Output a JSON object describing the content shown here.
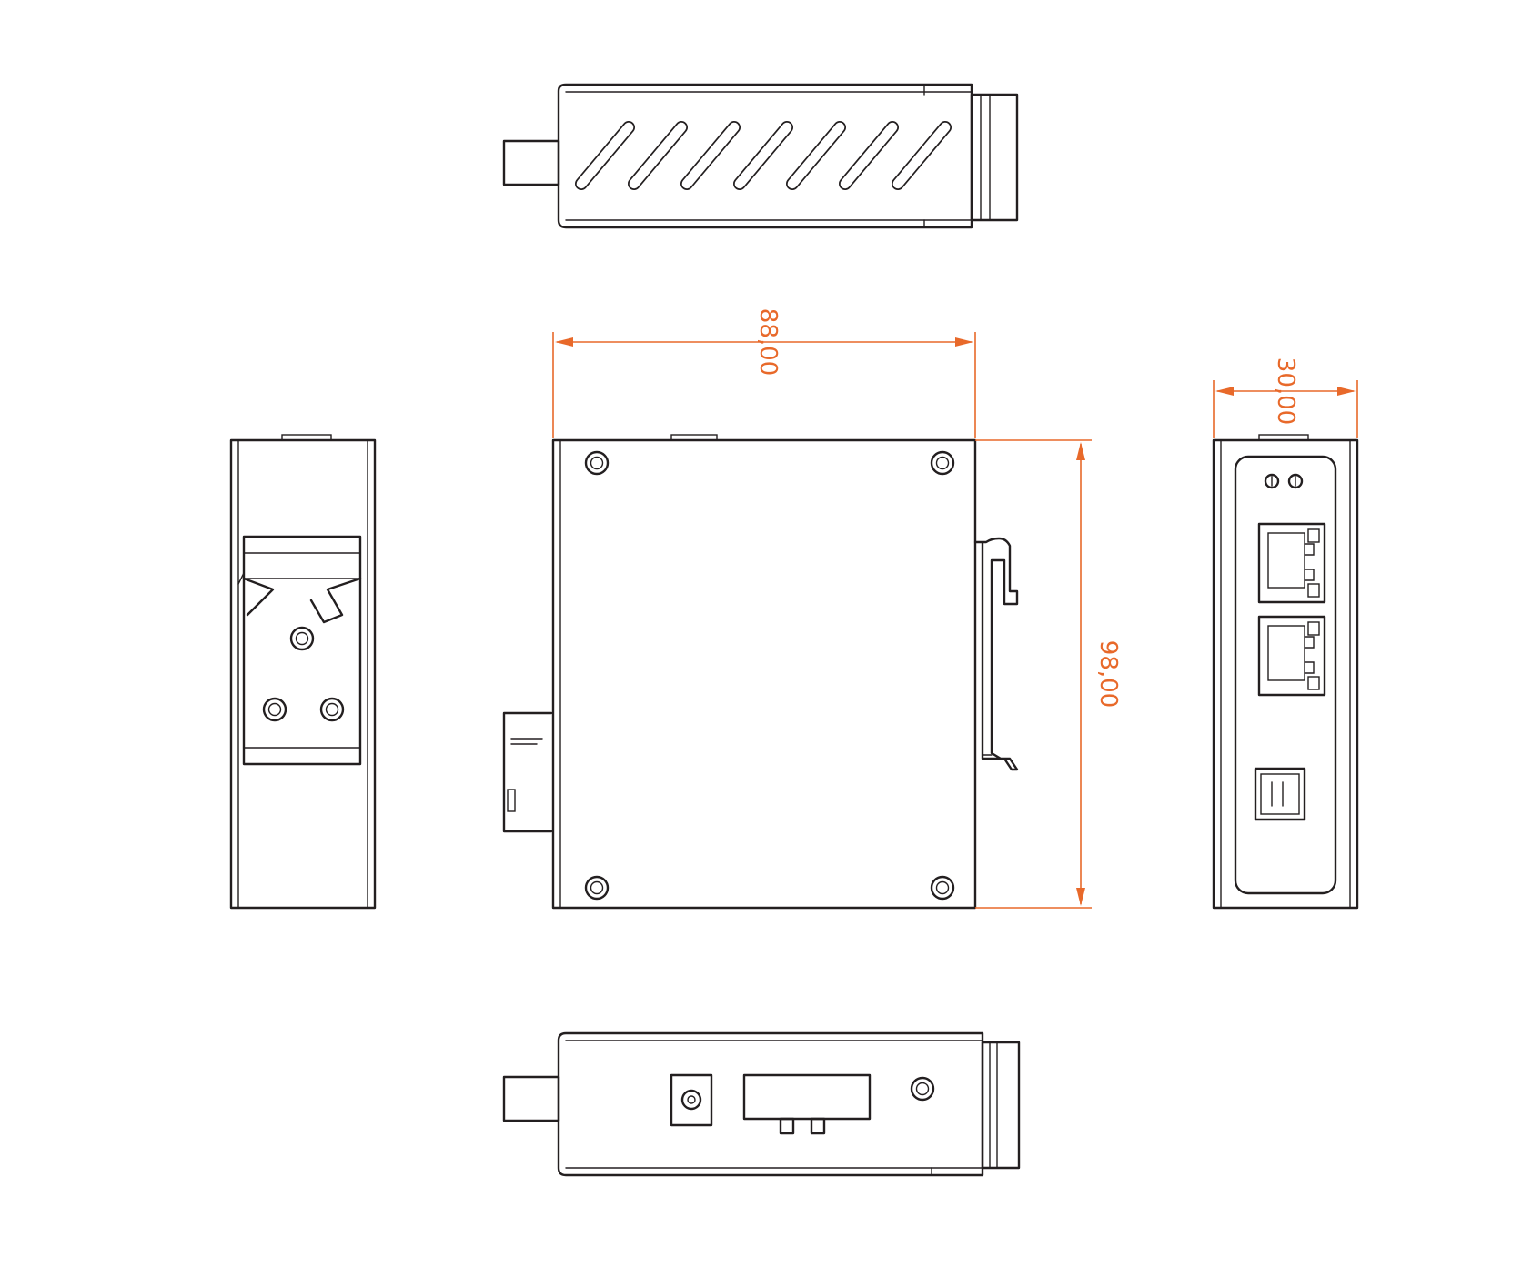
{
  "colors": {
    "line": "#231f20",
    "dimension": "#e8692a",
    "background": "#ffffff"
  },
  "dimensions": {
    "width_label": "88,00",
    "height_label": "98,00",
    "depth_label": "30,00"
  },
  "views": [
    "top-view",
    "left-side-view",
    "front-view",
    "right-side-view",
    "bottom-view"
  ]
}
